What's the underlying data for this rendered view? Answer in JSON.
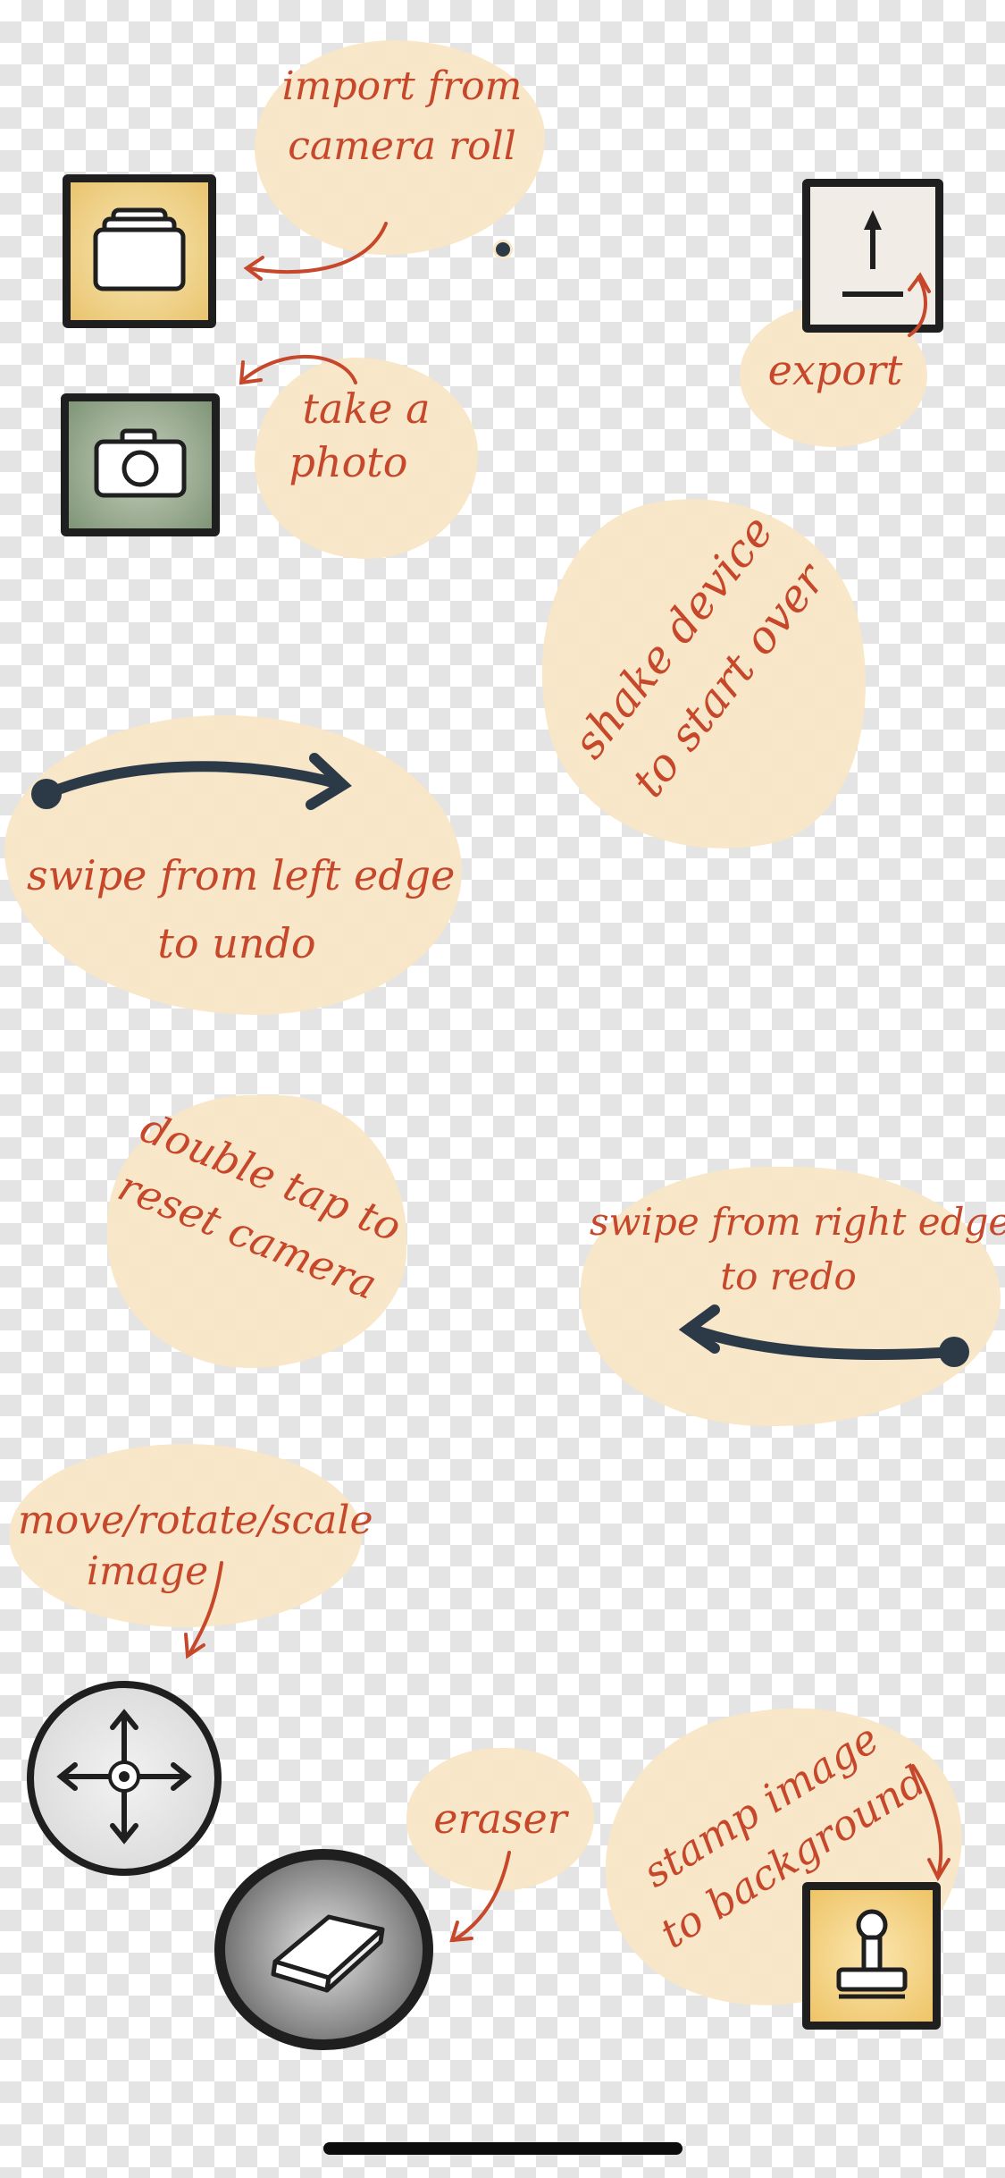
{
  "notes": {
    "import": [
      "import from",
      "camera roll"
    ],
    "take_photo": [
      "take  a",
      "photo"
    ],
    "export": "export",
    "shake": [
      "shake device",
      "to start over"
    ],
    "undo": [
      "swipe from left edge",
      "to undo"
    ],
    "reset": [
      "double tap to",
      "reset camera"
    ],
    "redo": [
      "swipe from right edge",
      "to redo"
    ],
    "move": [
      "move/rotate/scale",
      "image"
    ],
    "eraser": "eraser",
    "stamp": [
      "stamp image",
      "to background"
    ]
  },
  "buttons": {
    "camera_roll_icon": "photo-stack-icon",
    "camera_icon": "camera-icon",
    "export_icon": "share-arrow-icon",
    "move_icon": "move-arrows-icon",
    "eraser_icon": "eraser-icon",
    "stamp_icon": "stamp-icon"
  },
  "colors": {
    "note_text": "#c6472a",
    "note_bubble": "#f8e6c6",
    "arrow_dark": "#2c3a48",
    "camera_roll_bg": "#e9c46f",
    "camera_bg": "#7f9577",
    "stamp_bg": "#eec466"
  }
}
